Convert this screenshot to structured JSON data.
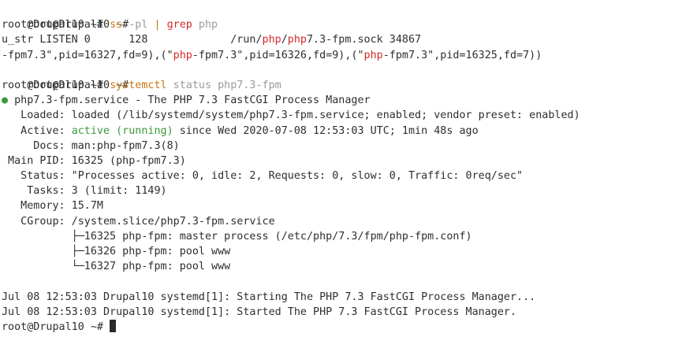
{
  "terminal": {
    "prompt": "root@Drupal10 ~# ",
    "lines": {
      "l1": {
        "prompt": "root@Drupal10 ~#"
      },
      "l2": {
        "prompt": "root@Drupal10 ~# ",
        "cmd1": "ss",
        "args1": " -pl ",
        "pipe": "| ",
        "cmd2": "grep",
        "args2": " php"
      },
      "l3": {
        "a": "u_str LISTEN 0      128             /run/",
        "b": "php",
        "c": "/",
        "d": "php",
        "e": "7.3-fpm.sock 34867"
      },
      "l4": {
        "a": "-fpm7.3\",pid=16327,fd=9),(\"",
        "b": "php",
        "c": "-fpm7.3\",pid=16326,fd=9),(\"",
        "d": "php",
        "e": "-fpm7.3\",pid=16325,fd=7))"
      },
      "l5": {
        "prompt": "root@Drupal10 ~#"
      },
      "l6": {
        "prompt": "root@Drupal10 ~# ",
        "cmd": "systemctl",
        "args": " status php7.3-fpm"
      },
      "l7": {
        "dot": "●",
        "text": " php7.3-fpm.service - The PHP 7.3 FastCGI Process Manager"
      },
      "l8": {
        "text": "   Loaded: loaded (/lib/systemd/system/php7.3-fpm.service; enabled; vendor preset: enabled)"
      },
      "l9": {
        "a": "   Active: ",
        "status": "active (running)",
        "b": " since Wed 2020-07-08 12:53:03 UTC; 1min 48s ago"
      },
      "l10": {
        "text": "     Docs: man:php-fpm7.3(8)"
      },
      "l11": {
        "text": " Main PID: 16325 (php-fpm7.3)"
      },
      "l12": {
        "text": "   Status: \"Processes active: 0, idle: 2, Requests: 0, slow: 0, Traffic: 0req/sec\""
      },
      "l13": {
        "text": "    Tasks: 3 (limit: 1149)"
      },
      "l14": {
        "text": "   Memory: 15.7M"
      },
      "l15": {
        "text": "   CGroup: /system.slice/php7.3-fpm.service"
      },
      "l16": {
        "text": "           ├─16325 php-fpm: master process (/etc/php/7.3/fpm/php-fpm.conf)"
      },
      "l17": {
        "text": "           ├─16326 php-fpm: pool www"
      },
      "l18": {
        "text": "           └─16327 php-fpm: pool www"
      },
      "l19": {
        "text": ""
      },
      "l20": {
        "text": "Jul 08 12:53:03 Drupal10 systemd[1]: Starting The PHP 7.3 FastCGI Process Manager..."
      },
      "l21": {
        "text": "Jul 08 12:53:03 Drupal10 systemd[1]: Started The PHP 7.3 FastCGI Process Manager."
      },
      "l22": {
        "prompt": "root@Drupal10 ~# "
      }
    }
  },
  "colors": {
    "background": "#ffffff",
    "text": "#2e2e2e",
    "command": "#c8750f",
    "argument": "#9a9a9a",
    "match_highlight": "#d42a2a",
    "active_status": "#3a9a3a"
  }
}
